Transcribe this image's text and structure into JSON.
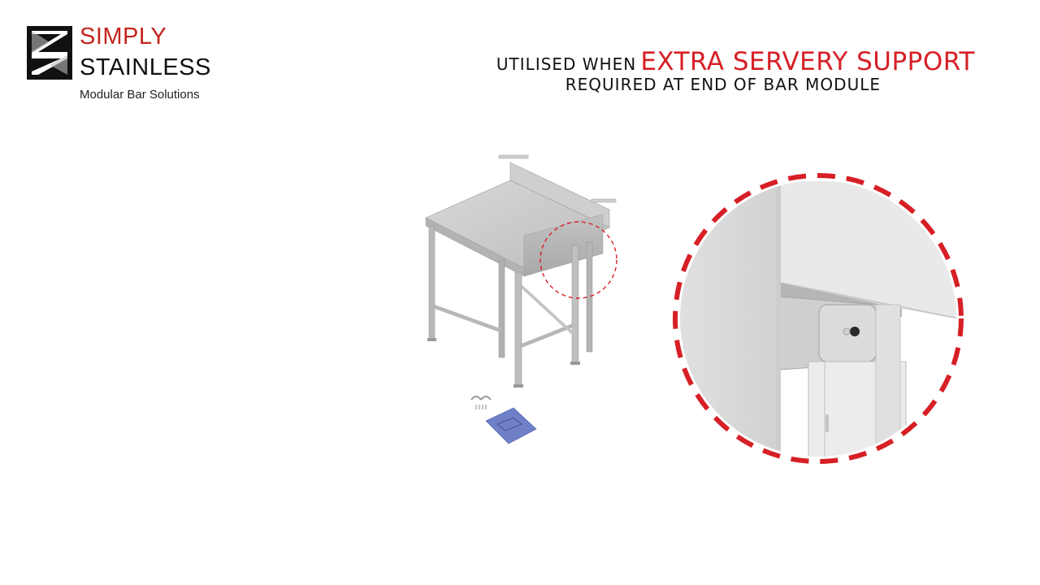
{
  "logo": {
    "word1": "SIMPLY",
    "word2": "STAINLESS",
    "tagline": "Modular Bar Solutions",
    "color_red": "#c4261d",
    "color_dark": "#111111"
  },
  "caption": {
    "prefix": "UTILISED WHEN",
    "highlight": "EXTRA SERVERY SUPPORT",
    "line2": "REQUIRED AT END OF BAR MODULE",
    "highlight_color": "#d71f26"
  },
  "illustration": {
    "subject": "stainless steel corner servery module with brackets and instruction booklet",
    "callout_style": "red dashed circle"
  }
}
